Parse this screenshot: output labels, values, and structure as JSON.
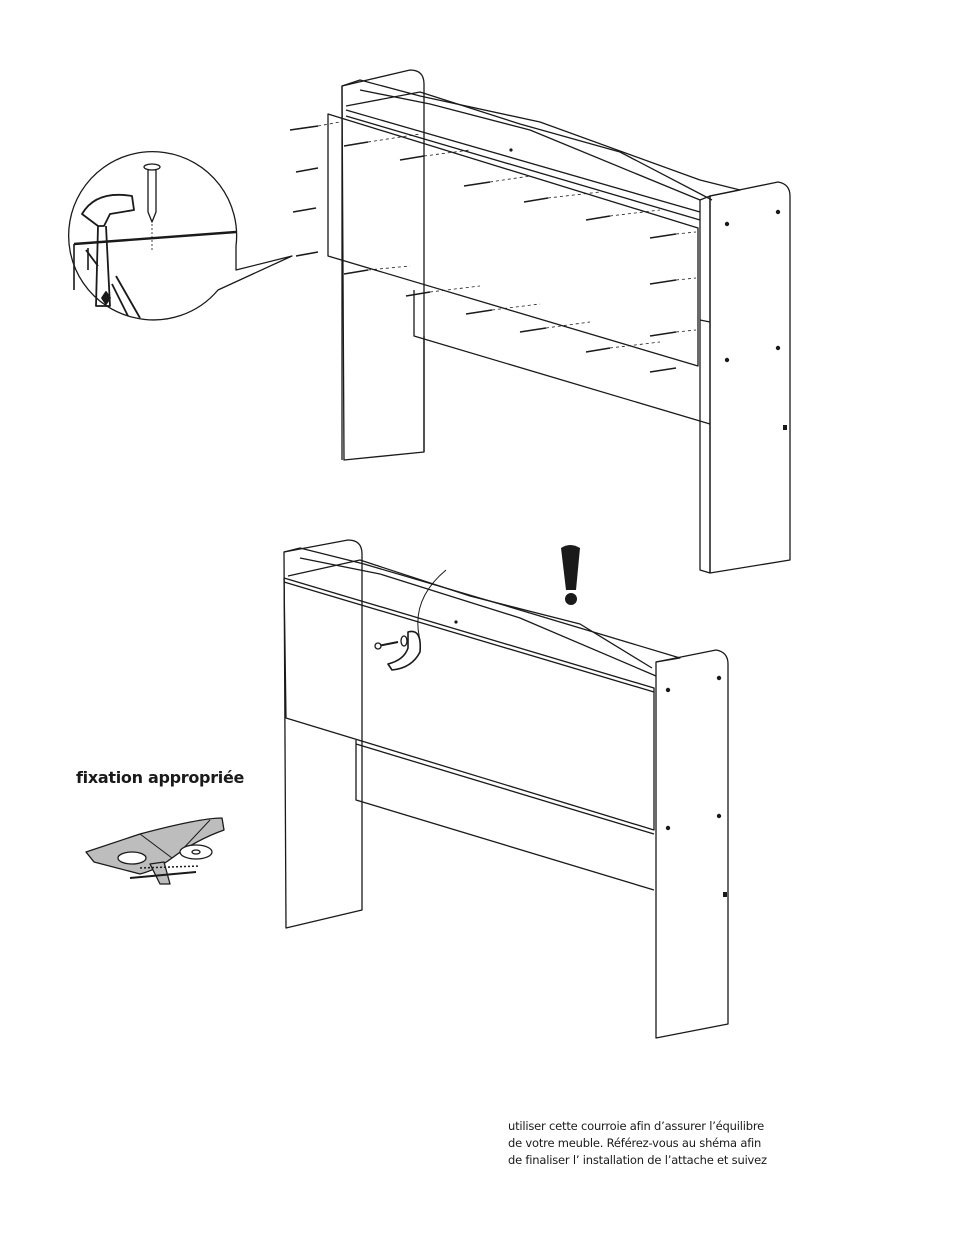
{
  "strap_label": "fixation appropriée",
  "instructions": {
    "lines": [
      "utiliser cette courroie afin d’assurer l’équilibre",
      "de votre meuble.  Référez-vous au shéma afin",
      "de finaliser l’ installation de l’attache et suivez"
    ]
  },
  "icons": {
    "warning": "exclamation-icon",
    "hammer": "hammer-icon",
    "nail": "nail-icon"
  },
  "colors": {
    "ink": "#1a1a1a",
    "paper": "#ffffff",
    "strap": "#bdbdbd"
  }
}
